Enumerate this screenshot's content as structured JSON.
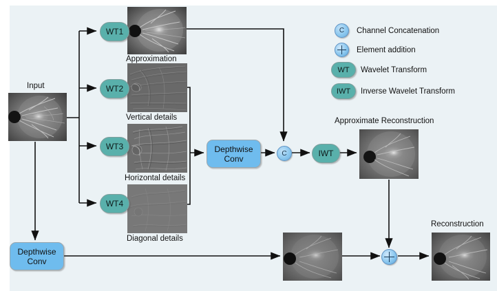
{
  "figure": {
    "background_color": "#ebf2f5",
    "accent_teal": "#59b0ab",
    "accent_blue": "#6fbcee",
    "node_blue": "#8cc8ef",
    "wire_color": "#111111"
  },
  "labels": {
    "input": "Input",
    "approximation": "Approximation",
    "vertical_details": "Vertical details",
    "horizontal_details": "Horizontal details",
    "diagonal_details": "Diagonal details",
    "approximate_reconstruction": "Approximate Reconstruction",
    "reconstruction": "Reconstruction"
  },
  "blocks": {
    "wt1": "WT1",
    "wt2": "WT2",
    "wt3": "WT3",
    "wt4": "WT4",
    "iwt": "IWT",
    "depthwise_conv_branch": "Depthwise\nConv",
    "depthwise_conv_branch_line1": "Depthwise",
    "depthwise_conv_branch_line2": "Conv",
    "depthwise_conv_main_line1": "Depthwise",
    "depthwise_conv_main_line2": "Conv",
    "concat_node": "C"
  },
  "legend": {
    "items": [
      {
        "symbol": "C",
        "label": "Channel Concatenation",
        "type": "circle"
      },
      {
        "symbol": "+",
        "label": "Element addition",
        "type": "plus"
      },
      {
        "symbol": "WT",
        "label": "Wavelet Transform",
        "type": "pill"
      },
      {
        "symbol": "IWT",
        "label": "Inverse Wavelet Transform",
        "type": "pill"
      }
    ]
  },
  "images": {
    "input": "retina-fundus-input",
    "approximation": "retina-approximation-subband",
    "vertical": "retina-vertical-detail-subband",
    "horizontal": "retina-horizontal-detail-subband",
    "diagonal": "retina-diagonal-detail-subband",
    "approx_reconstruction": "retina-approximate-reconstruction",
    "conv_output": "retina-depthwise-conv-output",
    "reconstruction": "retina-final-reconstruction"
  }
}
